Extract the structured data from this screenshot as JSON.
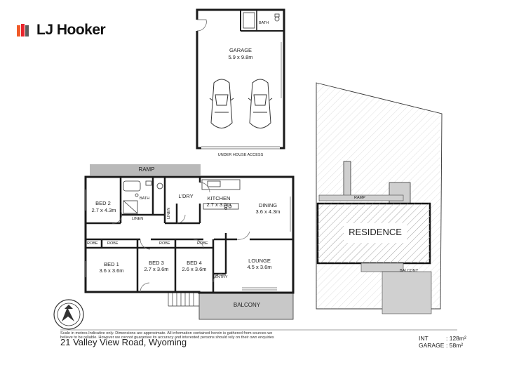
{
  "brand": {
    "name": "LJ Hooker",
    "logo_colors": [
      "#f05a28",
      "#e8242c",
      "#5c5c5c"
    ]
  },
  "colors": {
    "wall": "#1a1a1a",
    "shade": "#b9b9b9",
    "balcony": "#c8c8c8",
    "hatch": "#9a9a9a"
  },
  "garage": {
    "name": "GARAGE",
    "size": "5.9 x 9.8m",
    "bath": "BATH",
    "access": "UNDER HOUSE ACCESS"
  },
  "rooms": {
    "ramp": "RAMP",
    "bed2": {
      "name": "BED 2",
      "size": "2.7 x 4.3m"
    },
    "bath": "BATH",
    "linen1": "LINEN",
    "linen2": "LINEN",
    "ldry": "L'DRY",
    "kitchen": {
      "name": "KITCHEN",
      "size": "2.7 x 3.0m"
    },
    "dining": {
      "name": "DINING",
      "size": "3.6 x 4.3m"
    },
    "robe1": "ROBE",
    "robe2": "ROBE",
    "robe3": "ROBE",
    "robe4": "ROBE",
    "bed1": {
      "name": "BED 1",
      "size": "3.6 x 3.6m"
    },
    "bed3": {
      "name": "BED 3",
      "size": "2.7 x 3.6m"
    },
    "bed4": {
      "name": "BED 4",
      "size": "2.6 x 3.6m"
    },
    "lounge": {
      "name": "LOUNGE",
      "size": "4.5 x 3.6m"
    },
    "entry": "ENTRY",
    "balcony": "BALCONY"
  },
  "site": {
    "residence": "RESIDENCE",
    "ramp": "RAMP",
    "balcony": "BALCONY"
  },
  "disclaimer": {
    "line1": "Scale in metres.Indicative only. Dimensions are approximate. All information contained herein is gathered from sources we",
    "line2": "believe to be reliable. However we cannot guarantee its accuracy and interested persons should rely on their own enquiries"
  },
  "areas": {
    "int_label": "INT",
    "int_value": ": 128m²",
    "garage_label": "GARAGE",
    "garage_value": ": 58m²"
  },
  "address": "21 Valley View Road, Wyoming"
}
